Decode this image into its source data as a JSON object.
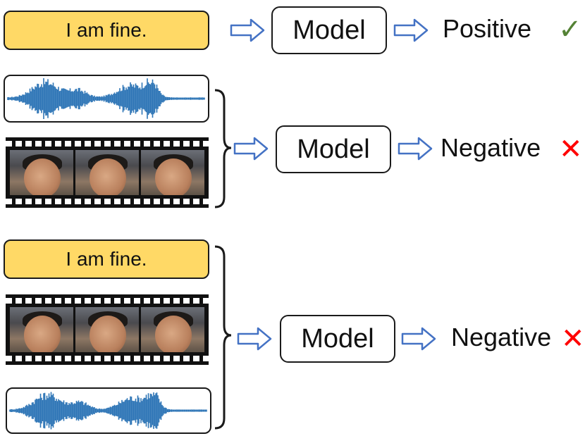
{
  "rows": [
    {
      "text_input": "I am fine.",
      "model_label": "Model",
      "prediction": "Positive",
      "result": "correct"
    },
    {
      "model_label": "Model",
      "prediction": "Negative",
      "result": "wrong"
    },
    {
      "text_input": "I am fine.",
      "model_label": "Model",
      "prediction": "Negative",
      "result": "wrong"
    }
  ],
  "icons": {
    "correct": "check-mark-icon",
    "wrong": "cross-mark-icon",
    "arrow": "hollow-right-arrow-icon",
    "video": "film-strip-icon",
    "audio": "audio-waveform-icon"
  },
  "colors": {
    "text_box_fill": "#FFD966",
    "arrow": "#4472C4",
    "waveform": "#2E75B6",
    "check": "#548235",
    "cross": "#FF0000"
  },
  "glyphs": {
    "check": "✓",
    "cross": "✕"
  }
}
